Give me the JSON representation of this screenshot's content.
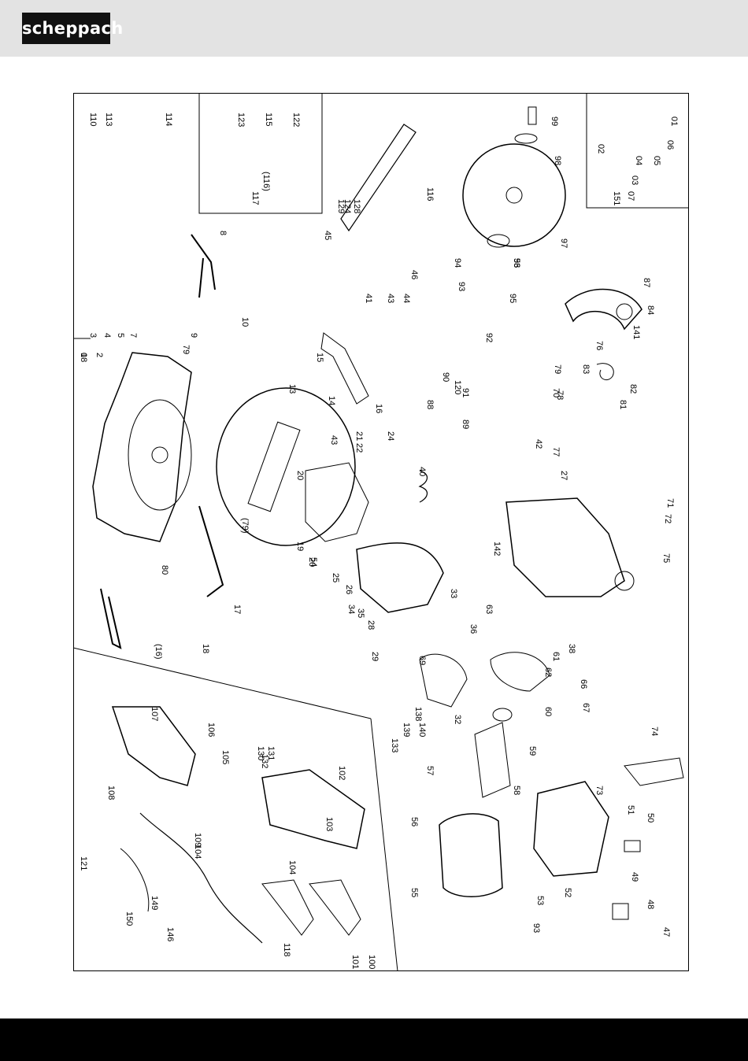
{
  "header": {
    "logo_text": "scheppach"
  },
  "colors": {
    "header_bg": "#e3e3e3",
    "logo_bg": "#111111",
    "footer_bg": "#000000",
    "line": "#000000"
  },
  "diagram": {
    "type": "exploded-parts-view",
    "part_labels": [
      "1",
      "2",
      "3",
      "4",
      "5",
      "7",
      "8",
      "9",
      "10",
      "13",
      "14",
      "15",
      "16",
      "17",
      "18",
      "(16)",
      "19",
      "20",
      "20",
      "21",
      "22",
      "24",
      "25",
      "26",
      "27",
      "28",
      "29",
      "32",
      "33",
      "34",
      "35",
      "36",
      "38",
      "40",
      "41",
      "42",
      "43",
      "43",
      "44",
      "45",
      "46",
      "47",
      "48",
      "49",
      "50",
      "51",
      "52",
      "53",
      "53",
      "54",
      "55",
      "56",
      "57",
      "58",
      "59",
      "60",
      "61",
      "62",
      "63",
      "66",
      "67",
      "69",
      "70",
      "71",
      "72",
      "73",
      "74",
      "75",
      "76",
      "77",
      "78",
      "79",
      "79",
      "(79)",
      "80",
      "81",
      "82",
      "83",
      "84",
      "87",
      "88",
      "89",
      "90",
      "91",
      "92",
      "93",
      "93",
      "94",
      "95",
      "96",
      "97",
      "98",
      "99",
      "100",
      "101",
      "102",
      "103",
      "104",
      "104",
      "105",
      "106",
      "107",
      "108",
      "109",
      "110",
      "113",
      "114",
      "115",
      "116",
      "(116)",
      "117",
      "118",
      "120",
      "121",
      "122",
      "123",
      "124",
      "128",
      "129",
      "130",
      "131",
      "132",
      "133",
      "138",
      "139",
      "140",
      "141",
      "142",
      "146",
      "149",
      "150",
      "151",
      "01",
      "02",
      "03",
      "04",
      "05",
      "06",
      "07",
      "08"
    ]
  }
}
